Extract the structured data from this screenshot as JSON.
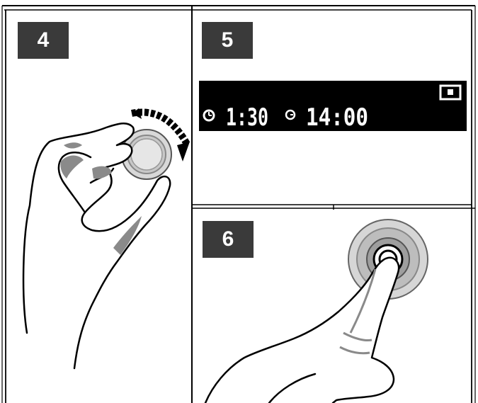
{
  "steps": [
    {
      "number": "4",
      "action": "turn-knob"
    },
    {
      "number": "5",
      "action": "read-display"
    },
    {
      "number": "6",
      "action": "press-knob"
    }
  ],
  "display": {
    "duration": "1:30",
    "end_time": "14:00",
    "duration_icon": "clock-icon",
    "end_time_icon": "clock-icon",
    "mode_icon": "square-indicator-icon"
  },
  "colors": {
    "badge_bg": "#3a3a3a",
    "badge_text": "#ffffff",
    "display_bg": "#000000",
    "display_text": "#ffffff",
    "line": "#000000"
  }
}
